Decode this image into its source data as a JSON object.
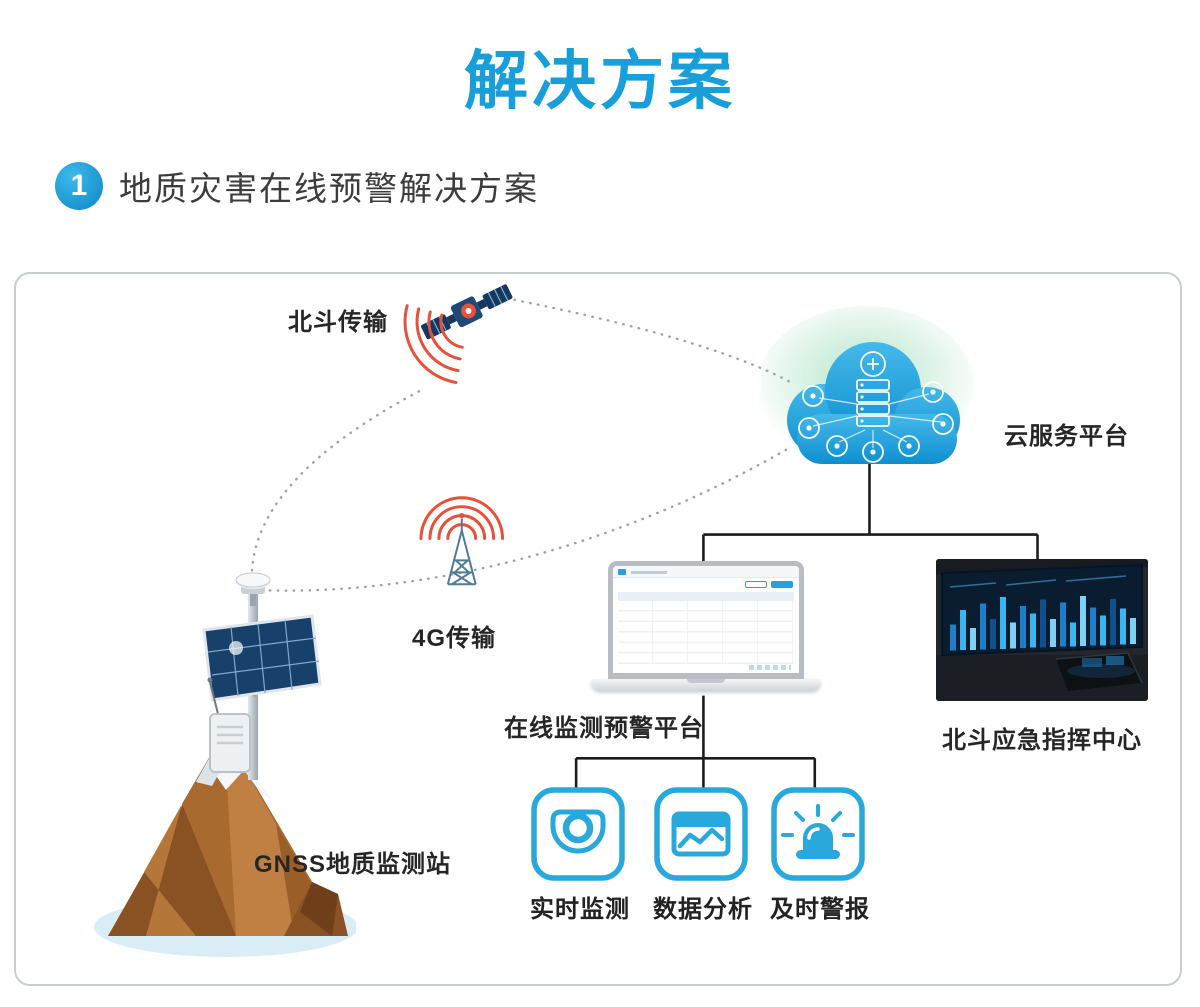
{
  "page": {
    "title": "解决方案"
  },
  "section": {
    "number": "1",
    "heading": "地质灾害在线预警解决方案"
  },
  "diagram": {
    "labels": {
      "beidou": "北斗传输",
      "cloud_platform": "云服务平台",
      "four_g": "4G传输",
      "gnss_station": "GNSS地质监测站",
      "monitor_platform": "在线监测预警平台",
      "command_center": "北斗应急指挥中心"
    },
    "features": [
      {
        "icon": "camera-icon",
        "label": "实时监测"
      },
      {
        "icon": "chart-icon",
        "label": "数据分析"
      },
      {
        "icon": "alarm-icon",
        "label": "及时警报"
      }
    ],
    "colors": {
      "accent_blue": "#189fd9",
      "icon_blue": "#29a8dc",
      "signal_red": "#e8503a",
      "cloud_gradient_top": "#45b9ea",
      "cloud_gradient_bottom": "#0f8fd0"
    }
  }
}
